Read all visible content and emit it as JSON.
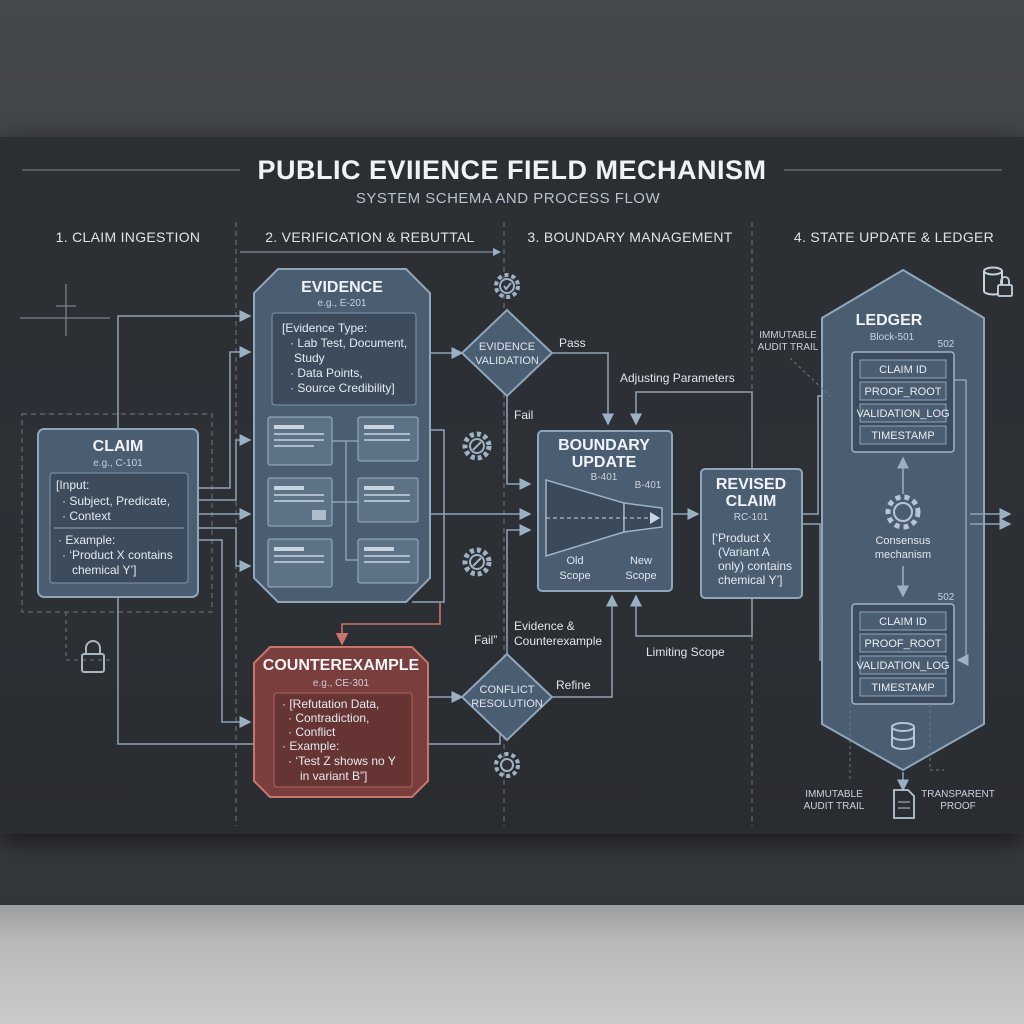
{
  "title": "PUBLIC EVIIENCE FIELD MECHANISM",
  "subtitle": "SYSTEM SCHEMA AND PROCESS FLOW",
  "phases": [
    "1. CLAIM INGESTION",
    "2. VERIFICATION & REBUTTAL",
    "3. BOUNDARY MANAGEMENT",
    "4. STATE UPDATE & LEDGER"
  ],
  "claim": {
    "title": "CLAIM",
    "id": "e.g., C-101",
    "input_lines": [
      "[Input:",
      "· Subject, Predicate,",
      "· Context"
    ],
    "example_lines": [
      "· Example:",
      "· ‘Product X contains",
      "chemical Y’]"
    ]
  },
  "evidence": {
    "title": "EVIDENCE",
    "id": "e.g., E-201",
    "lines": [
      "[Evidence Type:",
      "· Lab Test, Document,",
      "Study",
      "· Data Points,",
      "· Source Credibility]"
    ]
  },
  "counterexample": {
    "title": "COUNTEREXAMPLE",
    "id": "e.g., CE-301",
    "lines": [
      "· [Refutation Data,",
      "· Contradiction,",
      "· Conflict",
      "· Example:",
      "· ‘Test Z shows no Y",
      "in variant B”]"
    ]
  },
  "evidence_validation": [
    "EVIDENCE",
    "VALIDATION"
  ],
  "conflict_resolution": [
    "CONFLICT",
    "RESOLUTION"
  ],
  "boundary": {
    "title_lines": [
      "BOUNDARY",
      "UPDATE"
    ],
    "id_left": "B-401",
    "id_right": "B-401",
    "old_scope": [
      "Old",
      "Scope"
    ],
    "new_scope": [
      "New",
      "Scope"
    ]
  },
  "revised": {
    "title_lines": [
      "REVISED",
      "CLAIM"
    ],
    "id": "RC-101",
    "lines": [
      "[‘Product X",
      "(Variant A",
      "only) contains",
      "chemical Y’]"
    ]
  },
  "ledger": {
    "title": "LEDGER",
    "block_label": "Block-501",
    "block_top_id": "502",
    "block_bottom_id": "502",
    "fields": [
      "CLAIM ID",
      "PROOF_ROOT",
      "VALIDATION_LOG",
      "TIMESTAMP"
    ],
    "consensus": [
      "Consensus",
      "mechanism"
    ]
  },
  "labels": {
    "pass": "Pass",
    "fail": "Fail",
    "fail2": "Fail”",
    "adjusting": "Adjusting Parameters",
    "evidence_counter": [
      "Evidence &",
      "Counterexample"
    ],
    "refine": "Refine",
    "limiting": "Limiting Scope",
    "immutable_top": [
      "IMMUTABLE",
      "AUDIT TRAIL"
    ],
    "immutable_bottom": [
      "IMMUTABLE",
      "AUDIT TRAIL"
    ],
    "transparent": [
      "TRANSPARENT",
      "PROOF"
    ]
  },
  "colors": {
    "node_fill": "#4b5d70",
    "node_stroke": "#8fa6bb",
    "counter_fill": "#7a3f3c",
    "counter_stroke": "#c9746d",
    "arrow": "#8fa3b8"
  }
}
